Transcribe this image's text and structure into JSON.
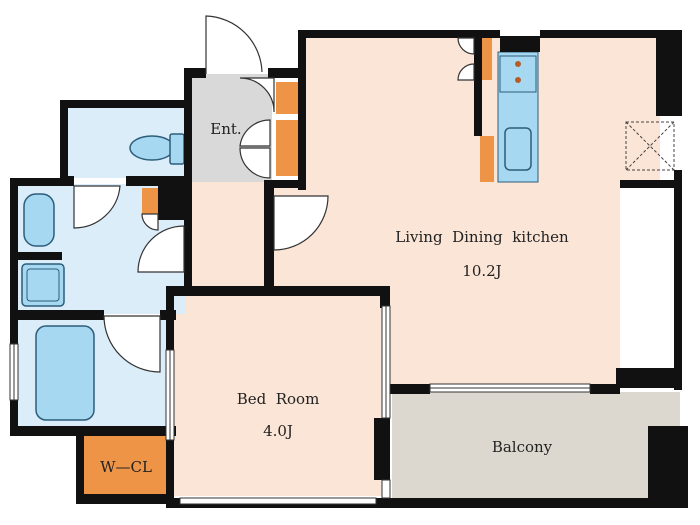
{
  "colors": {
    "wall": "#111111",
    "ldk": "#fbe5d6",
    "bedroom": "#fbe5d6",
    "wet": "#dcedfa",
    "entrance": "#d9d9d9",
    "balcony": "#ddd8cf",
    "storage": "#ee9446",
    "fixture": "#a7d8f1",
    "fixture_line": "#2c5d7a",
    "window": "#ffffff"
  },
  "rooms": {
    "ldk": {
      "name": "Living  Dining  kitchen",
      "size": "10.2J"
    },
    "bedroom": {
      "name": "Bed  Room",
      "size": "4.0J"
    },
    "balcony": {
      "name": "Balcony"
    },
    "entrance": {
      "name": "Ent."
    },
    "walk_in_closet": {
      "name": "W—CL"
    }
  }
}
